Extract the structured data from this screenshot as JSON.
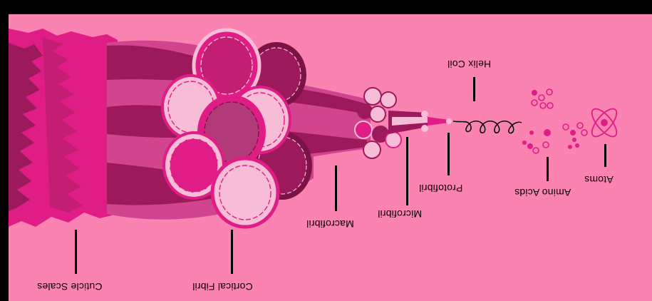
{
  "diagram": {
    "labels": {
      "helix_coil": "Helix Coil",
      "atoms": "Atoms",
      "amino_acids": "Amino Acids",
      "protofibril": "Protofibril",
      "microfibril": "Microfibril",
      "macrofibril": "Macrofibril",
      "cortical_fibril": "Cortical Fibril",
      "cuticle_scales": "Cuticle Scales"
    },
    "colors": {
      "background": "#fb83b2",
      "frame": "#000000",
      "dark_magenta": "#9c1a5c",
      "mid_pink": "#d1458f",
      "hot_pink": "#e01d86",
      "light_pink": "#f7bcd6",
      "deep_plum": "#7c1346"
    }
  }
}
